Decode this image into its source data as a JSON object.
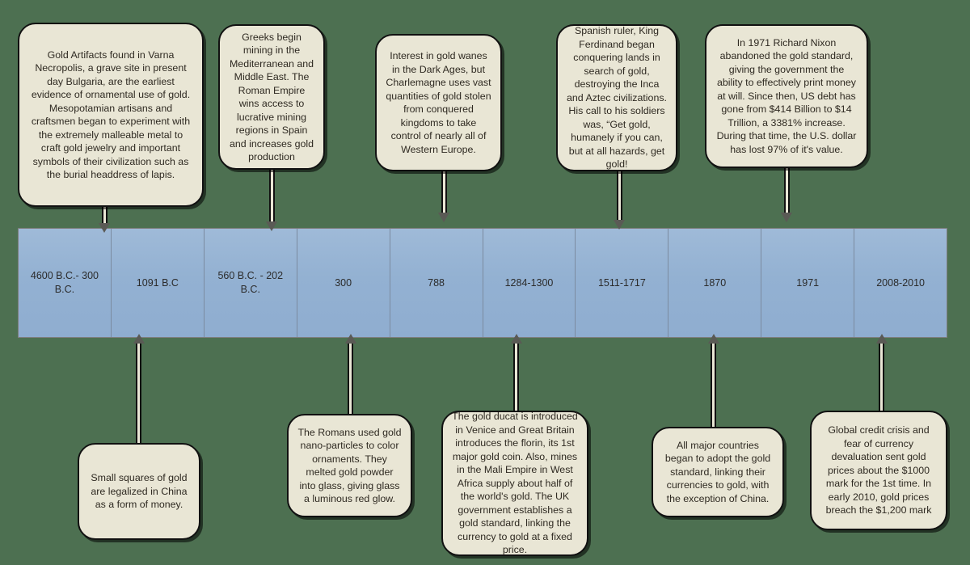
{
  "theme": {
    "background_color": "#4d7051",
    "bar_color": "#93b1d2",
    "box_color": "#e9e6d5",
    "border_color": "#111111",
    "arrow_color": "#5a5a55",
    "text_color": "#2f2a22"
  },
  "timeline": {
    "periods": [
      {
        "label": "4600 B.C.- 300 B.C."
      },
      {
        "label": "1091 B.C"
      },
      {
        "label": "560 B.C.  -  202 B.C."
      },
      {
        "label": "300"
      },
      {
        "label": "788"
      },
      {
        "label": "1284-1300"
      },
      {
        "label": "1511-1717"
      },
      {
        "label": "1870"
      },
      {
        "label": "1971"
      },
      {
        "label": "2008-2010"
      }
    ]
  },
  "callouts_above": [
    {
      "id": "varna-necropolis",
      "text": "Gold Artifacts found in Varna Necropolis, a grave site in present day Bulgaria, are the earliest evidence of ornamental use of gold. Mesopotamian artisans and craftsmen began to experiment with the extremely malleable metal to craft gold jewelry and important symbols of their civilization such as the burial headdress of lapis."
    },
    {
      "id": "greek-roman-mining",
      "text": "Greeks begin mining in the Mediterranean and Middle East. The Roman Empire wins access to lucrative mining regions in Spain and increases gold production"
    },
    {
      "id": "dark-ages-charlemagne",
      "text": "Interest in gold wanes in the Dark Ages, but Charlemagne uses vast quantities of gold stolen from conquered kingdoms to take control of nearly all of Western Europe."
    },
    {
      "id": "king-ferdinand",
      "text": "Spanish ruler, King Ferdinand began conquering lands in search of gold, destroying the Inca and Aztec civilizations. His call to his soldiers was, “Get gold, humanely if you can, but at all hazards, get gold!"
    },
    {
      "id": "nixon-gold-standard",
      "text": "In 1971 Richard Nixon abandoned the gold standard, giving the government the ability to effectively print money at will. Since then, US debt has gone from $414 Billion to $14 Trillion, a 3381% increase. During that time, the U.S. dollar has lost 97% of it's value."
    }
  ],
  "callouts_below": [
    {
      "id": "china-gold-squares",
      "text": "Small squares of gold are legalized in China as a form of money."
    },
    {
      "id": "roman-nanoparticles",
      "text": "The Romans used gold nano-particles to color ornaments. They melted gold powder into glass, giving glass a luminous red glow."
    },
    {
      "id": "ducat-florin-mali",
      "text": "The gold ducat is introduced in Venice and Great Britain introduces the florin, its 1st major gold coin. Also, mines in the Mali Empire in West Africa supply about half of the world's gold. The UK government establishes a gold standard, linking the currency to gold at a fixed price."
    },
    {
      "id": "global-gold-standard",
      "text": "All major countries began to adopt the gold standard, linking their currencies to gold, with the exception of China."
    },
    {
      "id": "global-credit-crisis",
      "text": "Global credit crisis and fear of currency devaluation sent gold prices about the $1000 mark for the 1st time. In early 2010, gold prices breach the $1,200 mark"
    }
  ]
}
